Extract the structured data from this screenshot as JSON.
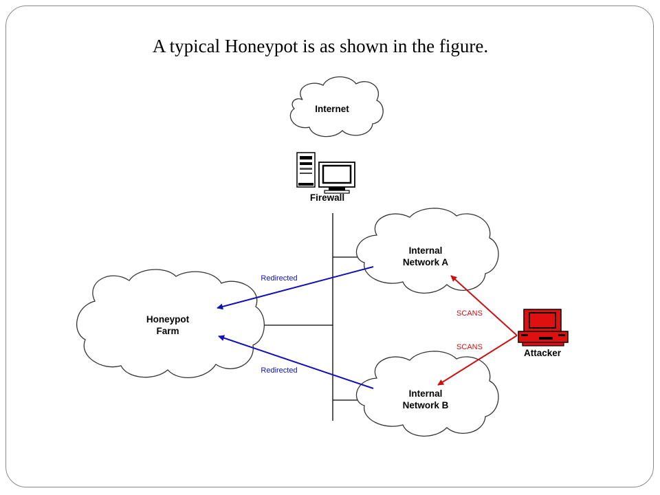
{
  "title": "A typical Honeypot is as shown in the figure.",
  "nodes": {
    "internet": "Internet",
    "firewall": "Firewall",
    "network_a": [
      "Internal",
      "Network A"
    ],
    "network_b": [
      "Internal",
      "Network B"
    ],
    "honeypot": [
      "Honeypot",
      "Farm"
    ],
    "attacker": "Attacker"
  },
  "edges": {
    "redirected_top": "Redirected",
    "redirected_bottom": "Redirected",
    "scans_top": "SCANS",
    "scans_bottom": "SCANS"
  },
  "colors": {
    "redirect": "#1010b8",
    "scan": "#cc1010",
    "attacker_machine": "#e01010",
    "text": "#000000"
  },
  "icons": {
    "firewall": "computer-workstation-icon",
    "attacker": "computer-terminal-icon"
  }
}
